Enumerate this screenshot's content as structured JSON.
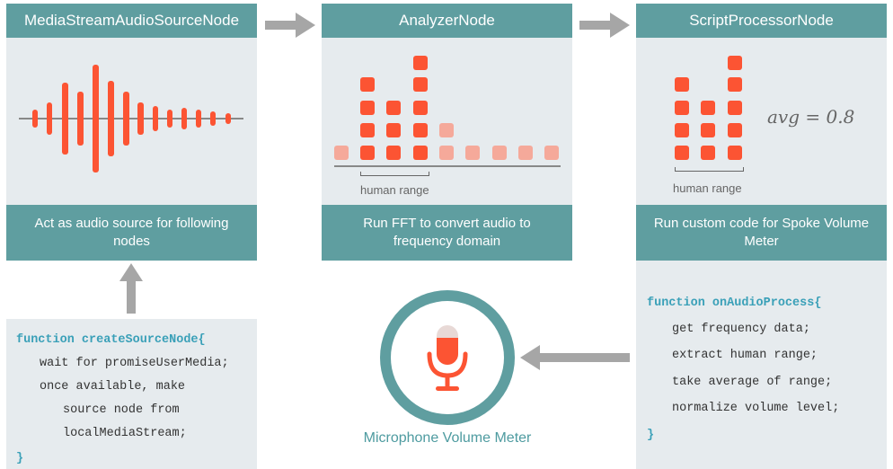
{
  "nodes": {
    "source": {
      "title": "MediaStreamAudioSourceNode",
      "description": "Act as audio source for following nodes"
    },
    "analyzer": {
      "title": "AnalyzerNode",
      "description": "Run FFT to convert audio to frequency domain",
      "range_label": "human range"
    },
    "processor": {
      "title": "ScriptProcessorNode",
      "description": "Run custom code for Spoke Volume Meter",
      "range_label": "human range",
      "avg_text": "avg = 0.8"
    }
  },
  "code_source": {
    "line1_kw": "function createSourceNode{",
    "line2": "wait for promiseUserMedia;",
    "line3": "once available, make",
    "line4": "source node from",
    "line5": "localMediaStream;",
    "line6": "}"
  },
  "code_process": {
    "line1_kw": "function onAudioProcess{",
    "line2": "get frequency data;",
    "line3": "extract human range;",
    "line4": "take average of range;",
    "line5": "normalize volume level;",
    "line6": "}"
  },
  "meter": {
    "label": "Microphone Volume Meter",
    "icon": "microphone-icon"
  },
  "colors": {
    "teal": "#5f9ea0",
    "panel": "#e6ebee",
    "accent": "#fc5433",
    "arrow": "#a6a6a6"
  }
}
